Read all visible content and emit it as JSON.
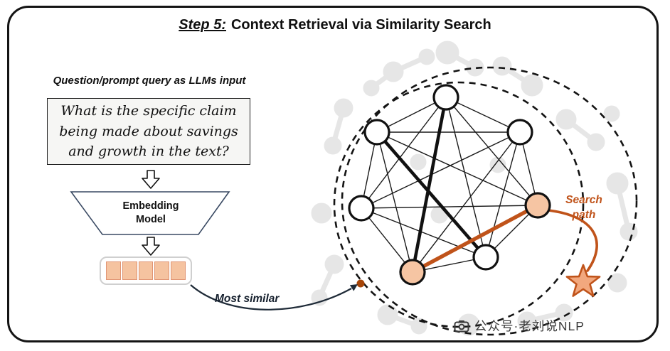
{
  "title": {
    "step": "Step 5:",
    "rest": "Context Retrieval via Similarity Search"
  },
  "query": {
    "label": "Question/prompt query as LLMs input",
    "lines": [
      "What is the specific claim",
      "being made about savings",
      "and growth in the text?"
    ]
  },
  "embedding": {
    "line1": "Embedding",
    "line2": "Model"
  },
  "annotations": {
    "most_similar": "Most similar",
    "search_path_line1": "Search",
    "search_path_line2": "path"
  },
  "watermark": {
    "text": "公众号·老刘说NLP"
  },
  "colors": {
    "node_highlight_peach": "#f6c5a3",
    "search_path_orange": "#c0531a",
    "star_fill": "#f2a87e",
    "vector_cell_peach": "#f5c3a0",
    "decoration_gray": "#cfcfcf",
    "query_box_bg": "#f6f6f4"
  }
}
